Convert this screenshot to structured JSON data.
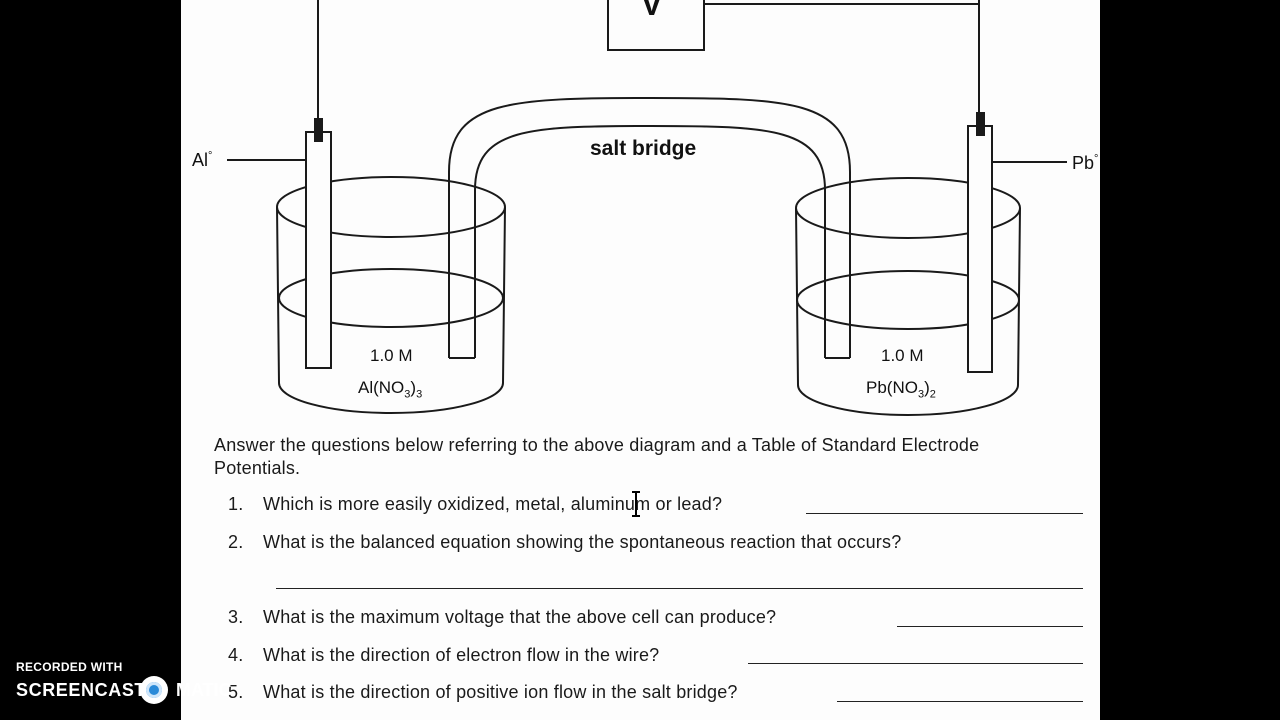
{
  "diagram": {
    "voltmeter_label": "V",
    "salt_bridge_label": "salt bridge",
    "left_electrode": {
      "symbol": "Al",
      "superscript": "°"
    },
    "right_electrode": {
      "symbol": "Pb",
      "superscript": "°"
    },
    "left_solution": {
      "concentration": "1.0 M",
      "formula_main": "Al(NO",
      "formula_sub1": "3",
      "formula_close": ")",
      "formula_sub2": "3"
    },
    "right_solution": {
      "concentration": "1.0 M",
      "formula_main": "Pb(NO",
      "formula_sub1": "3",
      "formula_close": ")",
      "formula_sub2": "2"
    }
  },
  "worksheet": {
    "intro": "Answer the questions below referring to the above diagram and a Table of Standard Electrode Potentials.",
    "questions": [
      {
        "num": "1.",
        "text": "Which is more easily oxidized, metal, aluminum or lead?"
      },
      {
        "num": "2.",
        "text": "What is the balanced equation showing the spontaneous reaction that occurs?"
      },
      {
        "num": "3.",
        "text": "What is the maximum voltage that the above cell can produce?"
      },
      {
        "num": "4.",
        "text": "What is the direction of electron flow in the wire?"
      },
      {
        "num": "5.",
        "text": "What is the direction of positive ion flow in the salt bridge?"
      }
    ]
  },
  "watermark": {
    "recorded_with": "RECORDED WITH",
    "brand_left": "SCREENCAST",
    "brand_right": "MATIC"
  }
}
